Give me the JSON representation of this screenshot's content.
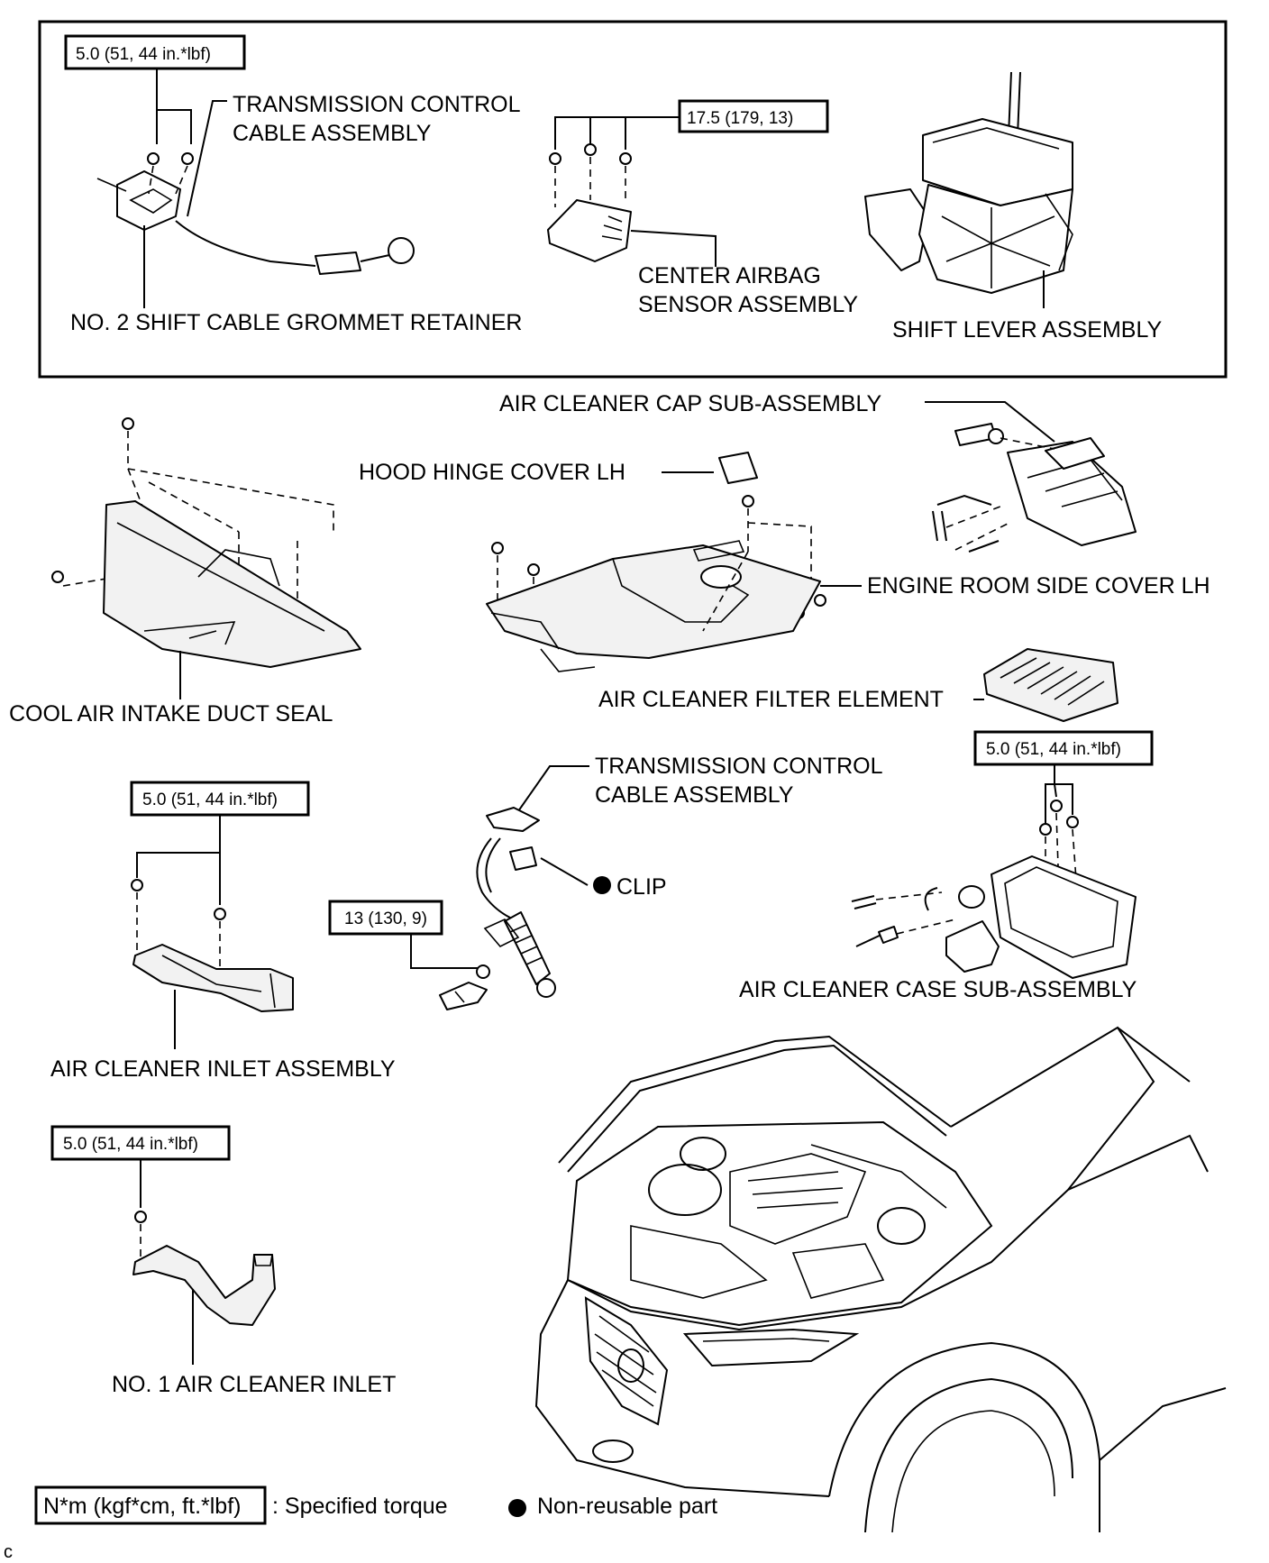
{
  "labels": {
    "transmission_cable_top_1": "TRANSMISSION CONTROL",
    "transmission_cable_top_2": "CABLE ASSEMBLY",
    "shift_cable_grommet_retainer": "NO. 2 SHIFT CABLE GROMMET RETAINER",
    "center_airbag_1": "CENTER AIRBAG",
    "center_airbag_2": "SENSOR ASSEMBLY",
    "shift_lever": "SHIFT LEVER ASSEMBLY",
    "air_cleaner_cap": "AIR CLEANER CAP SUB-ASSEMBLY",
    "hood_hinge_cover": "HOOD HINGE COVER LH",
    "engine_room_side_cover": "ENGINE ROOM SIDE COVER LH",
    "cool_air_intake_duct_seal": "COOL AIR INTAKE DUCT SEAL",
    "air_cleaner_filter": "AIR CLEANER FILTER ELEMENT",
    "transmission_cable_mid_1": "TRANSMISSION CONTROL",
    "transmission_cable_mid_2": "CABLE ASSEMBLY",
    "clip": "CLIP",
    "air_cleaner_case": "AIR CLEANER CASE SUB-ASSEMBLY",
    "air_cleaner_inlet_assembly": "AIR CLEANER INLET ASSEMBLY",
    "no1_air_cleaner_inlet": "NO. 1 AIR CLEANER INLET"
  },
  "torques": {
    "top_left": "5.0 (51, 44 in.*lbf)",
    "airbag": "17.5 (179, 13)",
    "air_cleaner_case": "5.0 (51, 44 in.*lbf)",
    "inlet_assembly": "5.0 (51, 44 in.*lbf)",
    "cable_bracket": "13 (130, 9)",
    "no1_inlet": "5.0 (51, 44 in.*lbf)"
  },
  "legend": {
    "torque_unit": "N*m (kgf*cm, ft.*lbf)",
    "torque_desc": ": Specified torque",
    "nonreusable_desc": "Non-reusable part"
  },
  "corner_letter": "c"
}
